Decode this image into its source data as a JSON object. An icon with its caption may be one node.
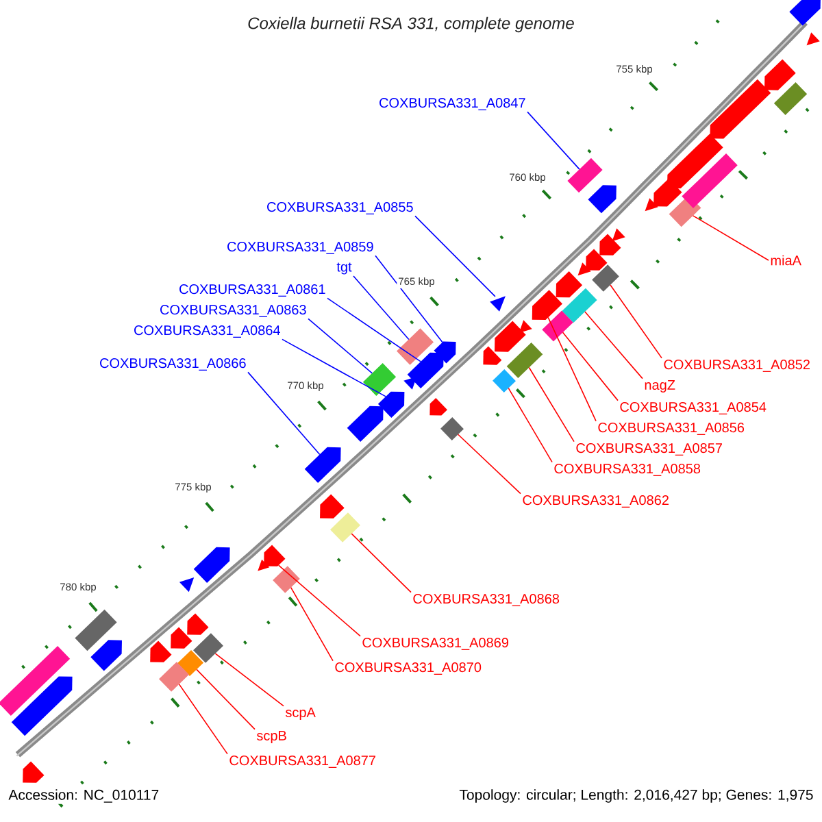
{
  "diagram": {
    "title": "Coxiella burnetii RSA 331, complete genome",
    "nodes": [
      {
        "text": [
          "COXBURSA331_A0847"
        ]
      },
      {
        "text": [
          "COXBURSA331_A0855"
        ]
      },
      {
        "text": [
          "COXBURSA331_A0859"
        ]
      },
      {
        "text": [
          "miaA"
        ]
      },
      {
        "text": [
          "tgt"
        ]
      },
      {
        "text": [
          "COXBURSA331_A0861"
        ]
      },
      {
        "text": [
          "COXBURSA331_A0863"
        ]
      },
      {
        "text": [
          "COXBURSA331_A0864"
        ]
      },
      {
        "text": [
          "COXBURSA331_A0866"
        ]
      },
      {
        "text": [
          "COXBURSA331_A0852"
        ]
      },
      {
        "text": [
          "nagZ"
        ]
      },
      {
        "text": [
          "COXBURSA331_A0854"
        ]
      },
      {
        "text": [
          "COXBURSA331_A0856"
        ]
      },
      {
        "text": [
          "COXBURSA331_A0857"
        ]
      },
      {
        "text": [
          "COXBURSA331_A0858"
        ]
      },
      {
        "text": [
          "COXBURSA331_A0862"
        ]
      },
      {
        "text": [
          "COXBURSA331_A0868"
        ]
      },
      {
        "text": [
          "COXBURSA331_A0869"
        ]
      },
      {
        "text": [
          "COXBURSA331_A0870"
        ]
      },
      {
        "text": [
          "scpA"
        ]
      },
      {
        "text": [
          "scpB"
        ]
      },
      {
        "text": [
          "COXBURSA331_A0877"
        ]
      },
      {
        "text": [],
        "shape": "box"
      },
      {
        "text": [],
        "shape": "box"
      },
      {
        "text": [],
        "shape": "diamond"
      },
      {
        "text": [],
        "shape": "triangle"
      },
      {
        "text": [],
        "shape": "box"
      },
      {
        "text": [],
        "shape": "pentagon"
      },
      {
        "text": [],
        "shape": "box"
      },
      {
        "text": [],
        "shape": "box"
      },
      {
        "text": [],
        "shape": "pentagon"
      },
      {
        "text": [],
        "shape": "box"
      },
      {
        "text": [],
        "shape": "pentagon"
      },
      {
        "text": [],
        "shape": "box"
      },
      {
        "text": [],
        "shape": "diamond"
      },
      {
        "text": [],
        "shape": "pentagon"
      },
      {
        "text": [],
        "shape": "diamond"
      },
      {
        "text": [],
        "shape": "pentagon"
      },
      {
        "text": [],
        "shape": "box"
      },
      {
        "text": [],
        "shape": "pentagon"
      },
      {
        "text": [],
        "shape": "diamond"
      },
      {
        "text": [],
        "shape": "box"
      },
      {
        "text": [],
        "shape": "diamond"
      },
      {
        "text": [],
        "shape": "box"
      },
      {
        "text": [],
        "shape": "pentagon"
      },
      {
        "text": [],
        "shape": "triangle"
      },
      {
        "text": [],
        "shape": "pentagon"
      },
      {
        "text": [],
        "shape": "box"
      },
      {
        "text": [],
        "shape": "pentagon"
      },
      {
        "text": [],
        "shape": "pentagon"
      },
      {
        "text": [],
        "shape": "box"
      },
      {
        "text": [],
        "shape": "pentagon"
      },
      {
        "text": [],
        "shape": "triangle"
      },
      {
        "text": [],
        "shape": "pentagon"
      },
      {
        "text": [],
        "shape": "triangle"
      },
      {
        "text": [],
        "shape": "pentagon"
      },
      {
        "text": [],
        "shape": "pentagon"
      },
      {
        "text": [],
        "shape": "triangle"
      },
      {
        "text": [],
        "shape": "pentagon"
      },
      {
        "text": [],
        "shape": "triangle"
      },
      {
        "text": [],
        "shape": "pentagon"
      },
      {
        "text": [],
        "shape": "pentagon"
      },
      {
        "text": [],
        "shape": "pentagon"
      },
      {
        "text": [],
        "shape": "pentagon"
      },
      {
        "text": [],
        "shape": "triangle"
      },
      {
        "text": [],
        "shape": "pentagon"
      },
      {
        "text": [],
        "shape": "pentagon"
      },
      {
        "text": [],
        "shape": "triangle"
      },
      {
        "text": [],
        "shape": "triangle"
      },
      {
        "text": [],
        "shape": "pentagon"
      },
      {
        "text": [],
        "shape": "pentagon"
      },
      {
        "text": [],
        "shape": "pentagon"
      },
      {
        "text": [],
        "shape": "box"
      },
      {
        "text": [],
        "shape": "pentagon"
      },
      {
        "text": [],
        "shape": "box"
      },
      {
        "text": [],
        "shape": "pentagon"
      },
      {
        "text": [],
        "shape": "pentagon"
      }
    ],
    "edges": [
      {
        "from": 0,
        "to": 22,
        "arrow": "none",
        "color": "#0000ff"
      },
      {
        "from": 1,
        "to": 25,
        "arrow": "none",
        "color": "#0000ff"
      },
      {
        "from": 2,
        "to": 30,
        "arrow": "none",
        "color": "#0000ff"
      },
      {
        "from": 3,
        "to": 23,
        "arrow": "none"
      },
      {
        "from": 4,
        "to": 29,
        "arrow": "none",
        "color": "#0000ff"
      },
      {
        "from": 5,
        "to": 32,
        "arrow": "none",
        "color": "#0000ff"
      },
      {
        "from": 6,
        "to": 33,
        "arrow": "none",
        "color": "#0000ff"
      },
      {
        "from": 7,
        "to": 35,
        "arrow": "none",
        "color": "#0000ff"
      },
      {
        "from": 8,
        "to": 37,
        "arrow": "none",
        "color": "#0000ff"
      },
      {
        "from": 9,
        "to": 24,
        "arrow": "none"
      },
      {
        "from": 10,
        "to": 26,
        "arrow": "none"
      },
      {
        "from": 11,
        "to": 28,
        "arrow": "none"
      },
      {
        "from": 12,
        "to": 27,
        "arrow": "none"
      },
      {
        "from": 13,
        "to": 31,
        "arrow": "none"
      },
      {
        "from": 14,
        "to": 34,
        "arrow": "none"
      },
      {
        "from": 15,
        "to": 36,
        "arrow": "none"
      },
      {
        "from": 16,
        "to": 38,
        "arrow": "none"
      },
      {
        "from": 17,
        "to": 39,
        "arrow": "none"
      },
      {
        "from": 18,
        "to": 40,
        "arrow": "none"
      },
      {
        "from": 19,
        "to": 41,
        "arrow": "none"
      },
      {
        "from": 20,
        "to": 42,
        "arrow": "none"
      },
      {
        "from": 21,
        "to": 43,
        "arrow": "none"
      }
    ],
    "labels": [
      "755 kbp",
      "760 kbp",
      "765 kbp",
      "770 kbp",
      "775 kbp",
      "780 kbp",
      "Accession: NC_010117",
      "Topology: circular; Length: 2,016,427 bp; Genes: 1,975"
    ]
  }
}
